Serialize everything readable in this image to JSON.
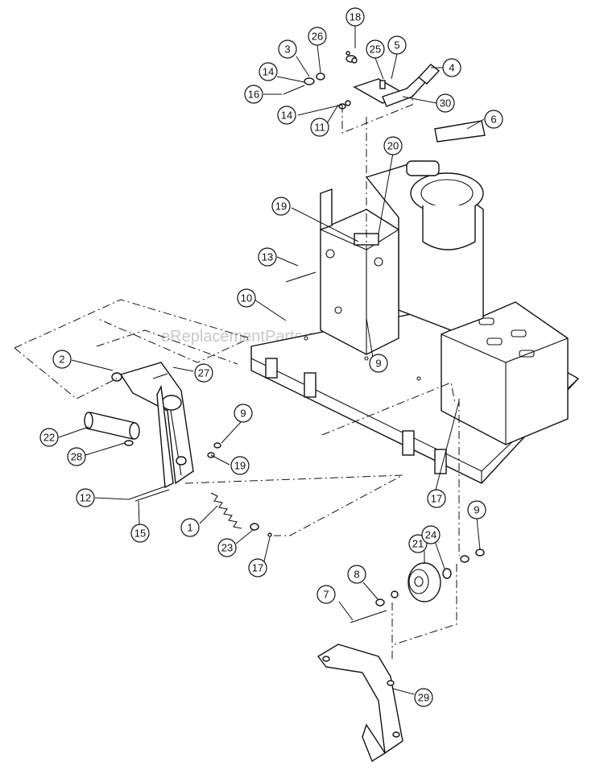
{
  "watermark": "eReplacementParts.com",
  "callouts": [
    {
      "id": "c18",
      "label": "18"
    },
    {
      "id": "c26",
      "label": "26"
    },
    {
      "id": "c3",
      "label": "3"
    },
    {
      "id": "c25",
      "label": "25"
    },
    {
      "id": "c5",
      "label": "5"
    },
    {
      "id": "c14a",
      "label": "14"
    },
    {
      "id": "c16",
      "label": "16"
    },
    {
      "id": "c4",
      "label": "4"
    },
    {
      "id": "c30",
      "label": "30"
    },
    {
      "id": "c14b",
      "label": "14"
    },
    {
      "id": "c11",
      "label": "11"
    },
    {
      "id": "c6",
      "label": "6"
    },
    {
      "id": "c20",
      "label": "20"
    },
    {
      "id": "c19a",
      "label": "19"
    },
    {
      "id": "c13",
      "label": "13"
    },
    {
      "id": "c10",
      "label": "10"
    },
    {
      "id": "c9a",
      "label": "9"
    },
    {
      "id": "c2",
      "label": "2"
    },
    {
      "id": "c27",
      "label": "27"
    },
    {
      "id": "c9b",
      "label": "9"
    },
    {
      "id": "c22",
      "label": "22"
    },
    {
      "id": "c19b",
      "label": "19"
    },
    {
      "id": "c28",
      "label": "28"
    },
    {
      "id": "c12",
      "label": "12"
    },
    {
      "id": "c1",
      "label": "1"
    },
    {
      "id": "c15",
      "label": "15"
    },
    {
      "id": "c23",
      "label": "23"
    },
    {
      "id": "c17a",
      "label": "17"
    },
    {
      "id": "c17b",
      "label": "17"
    },
    {
      "id": "c9c",
      "label": "9"
    },
    {
      "id": "c21",
      "label": "21"
    },
    {
      "id": "c24",
      "label": "24"
    },
    {
      "id": "c8",
      "label": "8"
    },
    {
      "id": "c7",
      "label": "7"
    },
    {
      "id": "c29",
      "label": "29"
    }
  ]
}
